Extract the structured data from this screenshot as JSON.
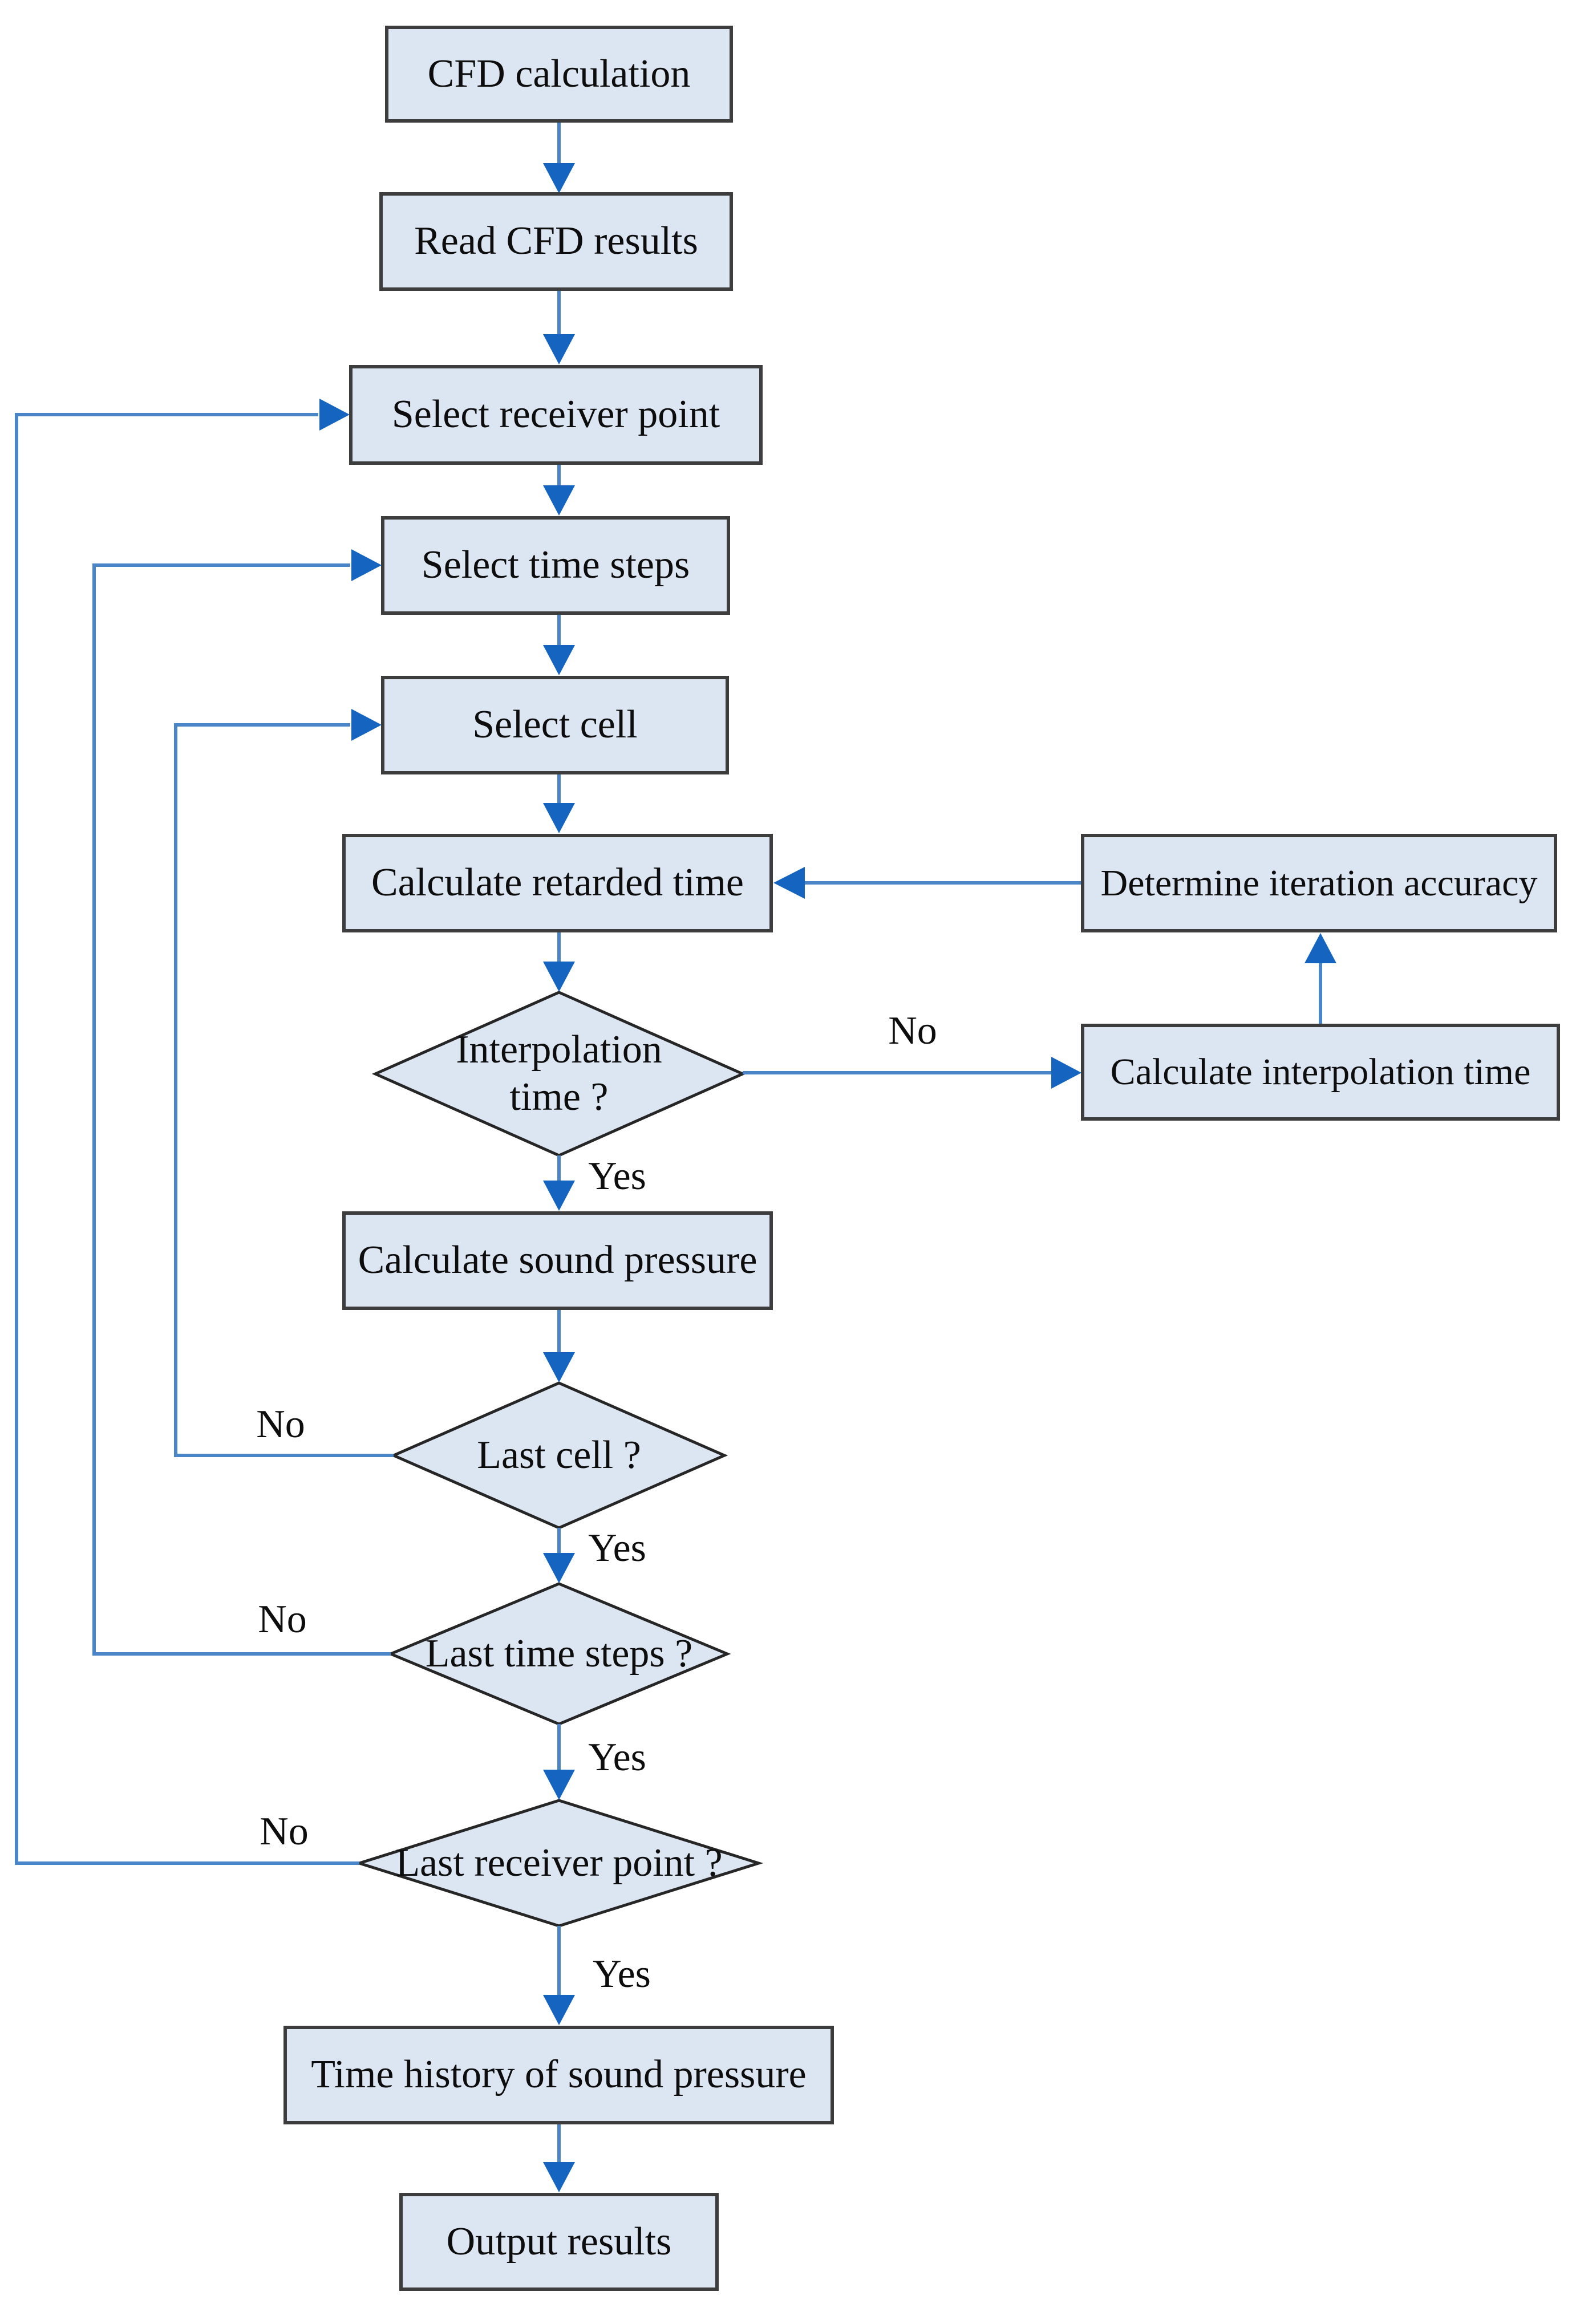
{
  "diagram": {
    "type": "flowchart",
    "nodes": [
      {
        "id": "cfd-calculation",
        "shape": "rect",
        "label": "CFD calculation"
      },
      {
        "id": "read-cfd-results",
        "shape": "rect",
        "label": "Read CFD results"
      },
      {
        "id": "select-receiver-point",
        "shape": "rect",
        "label": "Select receiver point"
      },
      {
        "id": "select-time-steps",
        "shape": "rect",
        "label": "Select time steps"
      },
      {
        "id": "select-cell",
        "shape": "rect",
        "label": "Select cell"
      },
      {
        "id": "calculate-retarded-time",
        "shape": "rect",
        "label": "Calculate retarded time"
      },
      {
        "id": "interpolation-time",
        "shape": "diamond",
        "label": "Interpolation time ?"
      },
      {
        "id": "calculate-interpolation-time",
        "shape": "rect",
        "label": "Calculate interpolation time"
      },
      {
        "id": "determine-iteration-accuracy",
        "shape": "rect",
        "label": "Determine iteration accuracy"
      },
      {
        "id": "calculate-sound-pressure",
        "shape": "rect",
        "label": "Calculate sound pressure"
      },
      {
        "id": "last-cell",
        "shape": "diamond",
        "label": "Last cell ?"
      },
      {
        "id": "last-time-steps",
        "shape": "diamond",
        "label": "Last time steps ?"
      },
      {
        "id": "last-receiver-point",
        "shape": "diamond",
        "label": "Last receiver point ?"
      },
      {
        "id": "time-history",
        "shape": "rect",
        "label": "Time history of sound pressure"
      },
      {
        "id": "output-results",
        "shape": "rect",
        "label": "Output results"
      }
    ],
    "edge_labels": [
      {
        "edge": "interpolation-time-no",
        "text": "No"
      },
      {
        "edge": "interpolation-time-yes",
        "text": "Yes"
      },
      {
        "edge": "last-cell-no",
        "text": "No"
      },
      {
        "edge": "last-cell-yes",
        "text": "Yes"
      },
      {
        "edge": "last-time-steps-no",
        "text": "No"
      },
      {
        "edge": "last-time-steps-yes",
        "text": "Yes"
      },
      {
        "edge": "last-receiver-point-no",
        "text": "No"
      },
      {
        "edge": "last-receiver-point-yes",
        "text": "Yes"
      }
    ],
    "colors": {
      "node_fill": "#dce6f2",
      "rect_border": "#3d3d3d",
      "diamond_border": "#262626",
      "arrow_line": "#4a85c8",
      "arrow_head": "#1565c0",
      "text": "#0d0d0d",
      "background": "#ffffff"
    }
  }
}
